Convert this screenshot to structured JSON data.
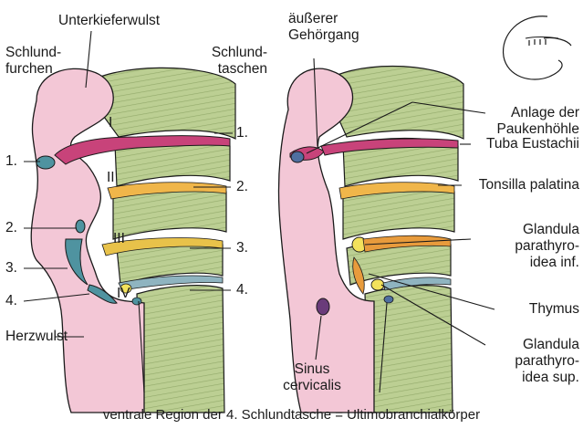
{
  "left": {
    "top_label": "Unterkieferwulst",
    "furchen": [
      "Schlund-",
      "furchen"
    ],
    "taschen": [
      "Schlund-",
      "taschen"
    ],
    "furchen_numbers": [
      "1.",
      "2.",
      "3.",
      "4."
    ],
    "taschen_numbers": [
      "1.",
      "2.",
      "3.",
      "4."
    ],
    "arch_numerals": [
      "I",
      "II",
      "III",
      "IV"
    ],
    "bottom_label": "Herzwulst"
  },
  "right": {
    "meatus": [
      "äußerer",
      "Gehörgang"
    ],
    "structures": [
      {
        "lines": [
          "Anlage der",
          "Paukenhöhle"
        ]
      },
      {
        "lines": [
          "Tuba Eustachii"
        ]
      },
      {
        "lines": [
          "Tonsilla palatina"
        ]
      },
      {
        "lines": [
          "Glandula",
          "parathyro-",
          "idea inf."
        ]
      },
      {
        "lines": [
          "Thymus"
        ]
      },
      {
        "lines": [
          "Glandula",
          "parathyro-",
          "idea sup."
        ]
      }
    ],
    "sinus": [
      "Sinus",
      "cervicalis"
    ]
  },
  "caption": "ventrale Region der 4. Schlundtasche = Ultimobranchialkörper",
  "colors": {
    "skin": "#f3c7d6",
    "arch_green": "#bccf93",
    "pouch_magenta": "#c8437a",
    "tonsil_orange": "#f0b64a",
    "parathyroid_yellow": "#f3e25c",
    "furrow_teal": "#4f93a0",
    "line": "#1a1a1a"
  },
  "icons": [
    "embryo-thumbnail-icon"
  ]
}
